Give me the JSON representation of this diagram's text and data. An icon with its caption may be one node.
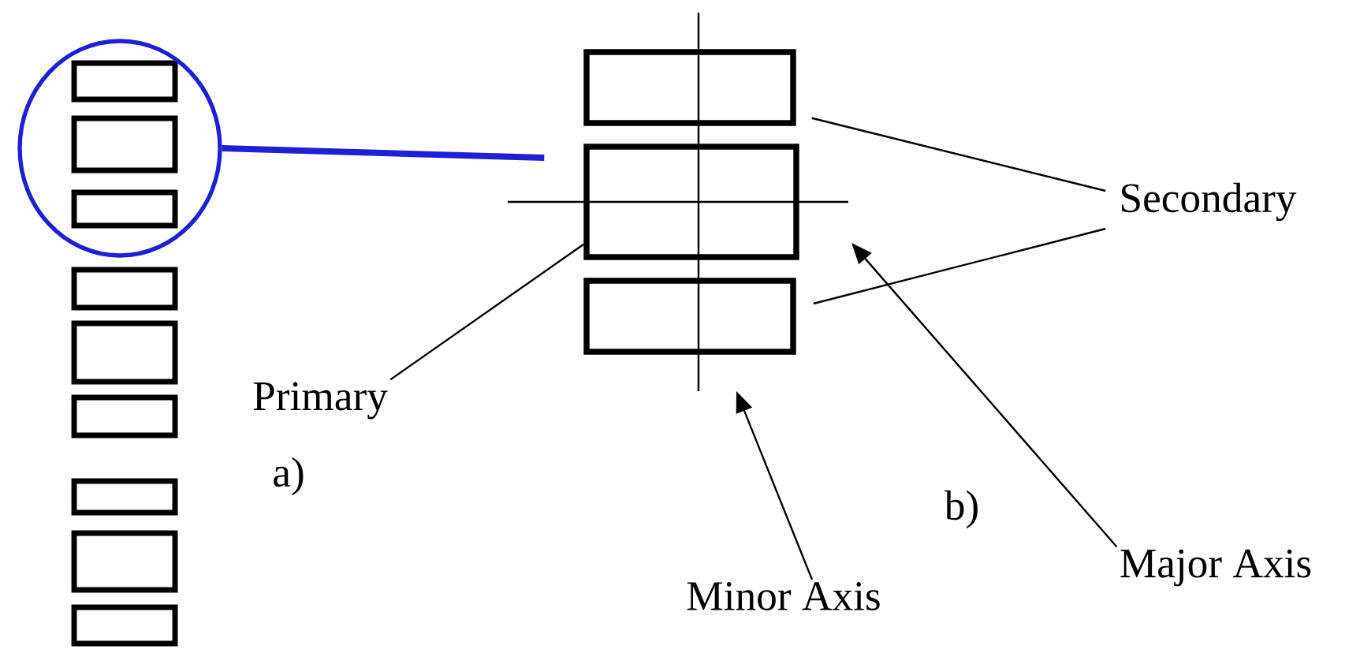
{
  "diagram": {
    "nodes": [
      {
        "text": [],
        "shape": "circle"
      },
      {
        "text": [],
        "shape": "box"
      },
      {
        "text": [],
        "shape": "box"
      },
      {
        "text": [],
        "shape": "box"
      },
      {
        "text": [
          "Primary"
        ]
      },
      {
        "text": [
          "Secondary"
        ]
      },
      {
        "text": [
          "Minor Axis"
        ]
      },
      {
        "text": [
          "Major Axis"
        ]
      }
    ],
    "edges": [
      {
        "from": 0,
        "to": 2,
        "arrow": "none",
        "color": "#1f1fd6",
        "style": "thick"
      },
      {
        "from": 4,
        "to": 2,
        "arrow": "none"
      },
      {
        "from": 5,
        "to": 1,
        "arrow": "none"
      },
      {
        "from": 5,
        "to": 3,
        "arrow": "none"
      },
      {
        "from": 6,
        "to": null,
        "arrow": "to"
      },
      {
        "from": 7,
        "to": null,
        "arrow": "to"
      }
    ],
    "labels": [
      "a)",
      "b)"
    ]
  }
}
